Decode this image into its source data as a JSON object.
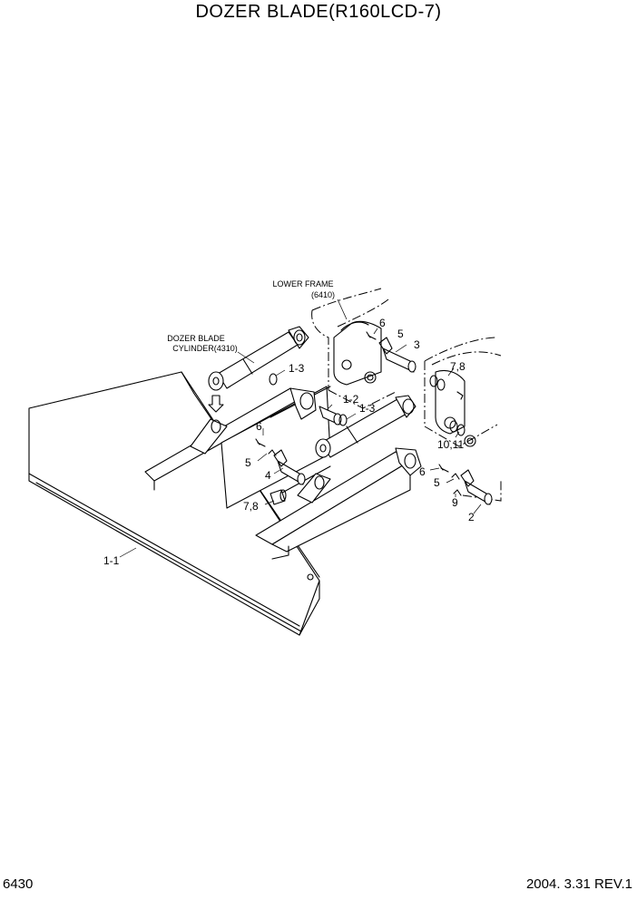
{
  "title": "DOZER BLADE(R160LCD-7)",
  "footer": {
    "page_number": "6430",
    "revision": "2004. 3.31  REV.1"
  },
  "references": {
    "lower_frame": [
      "LOWER FRAME",
      "(6410)"
    ],
    "cylinder": [
      "DOZER BLADE",
      "CYLINDER(4310)"
    ]
  },
  "callouts": {
    "c1_1": "1-1",
    "c1_2": "1-2",
    "c1_3a": "1-3",
    "c1_3b": "1-3",
    "c2": "2",
    "c3": "3",
    "c4": "4",
    "c5a": "5",
    "c5b": "5",
    "c5c": "5",
    "c6a": "6",
    "c6b": "6",
    "c6c": "6",
    "c78a": "7,8",
    "c78b": "7,8",
    "c9": "9",
    "c1011": "10,11"
  }
}
